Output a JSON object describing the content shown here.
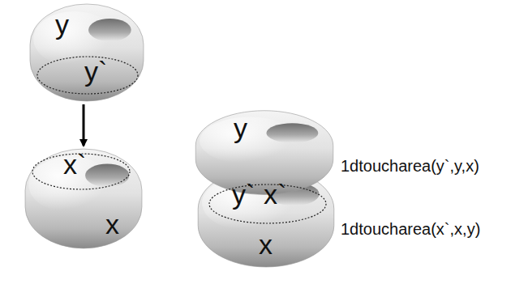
{
  "diagram": {
    "nodes": [
      {
        "text": [
          "y",
          "y`"
        ]
      },
      {
        "text": [
          "x`",
          "x"
        ]
      },
      {
        "text": [
          "y",
          "y`"
        ]
      },
      {
        "text": [
          "x`",
          "x"
        ]
      }
    ],
    "edges": [
      {
        "from": 0,
        "to": 1,
        "arrow": "to"
      }
    ],
    "labels": [
      "1dtoucharea(y`,y,x)",
      "1dtoucharea(x`,x,y)"
    ]
  }
}
